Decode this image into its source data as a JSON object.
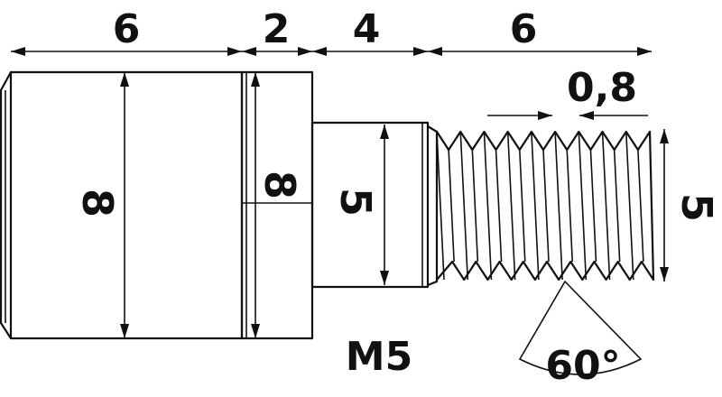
{
  "dimensions": {
    "top_length_1": "6",
    "top_length_2": "2",
    "top_length_3": "4",
    "top_length_4": "6",
    "pitch": "0,8",
    "diameter_head": "8",
    "diameter_collar": "8",
    "diameter_shank": "5",
    "diameter_thread": "5",
    "thread_name": "M5",
    "thread_angle": "60°"
  },
  "colors": {
    "line": "#111111",
    "background": "#ffffff"
  }
}
